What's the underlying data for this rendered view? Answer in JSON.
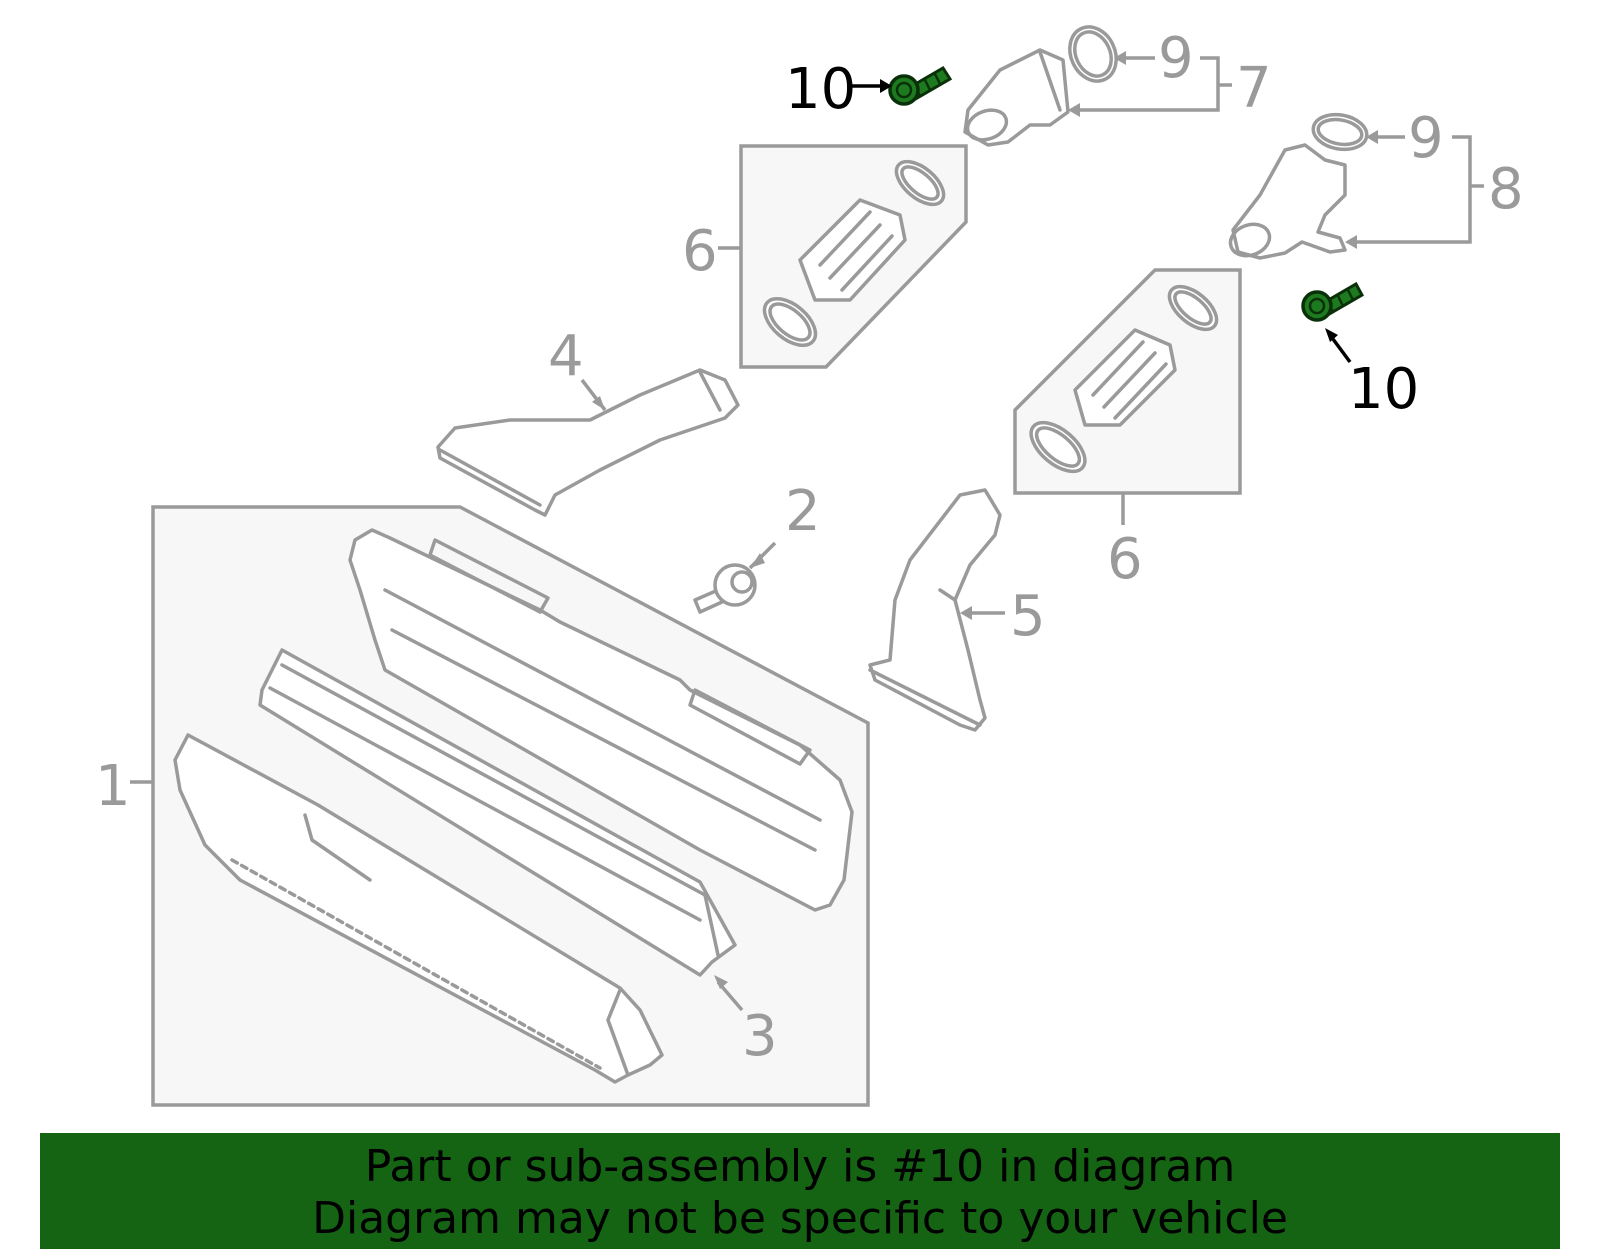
{
  "callouts": {
    "c1": "1",
    "c2": "2",
    "c3": "3",
    "c4": "4",
    "c5": "5",
    "c6a": "6",
    "c6b": "6",
    "c7": "7",
    "c8": "8",
    "c9a": "9",
    "c9b": "9",
    "c10a": "10",
    "c10b": "10"
  },
  "highlight_part": "10",
  "colors": {
    "highlight": "#1e7a1e",
    "banner": "#146414",
    "line": "#9a9a9a"
  },
  "banner": {
    "line1": "Part or sub-assembly is #10 in diagram",
    "line2": "Diagram may not be specific to your vehicle"
  }
}
